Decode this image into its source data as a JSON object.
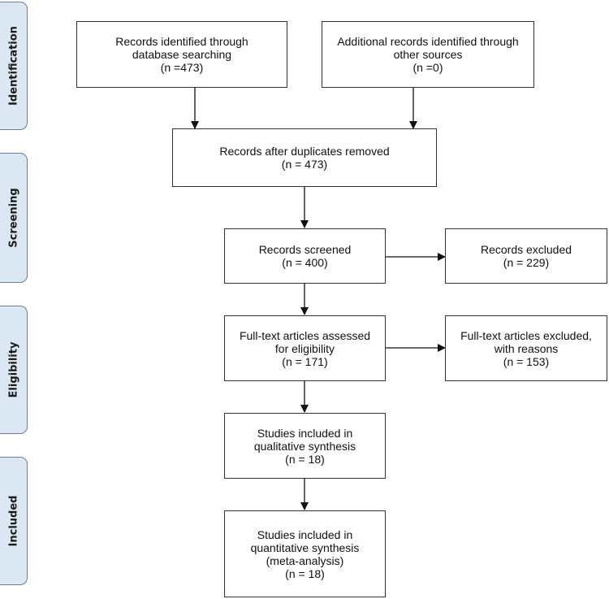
{
  "phases": [
    {
      "label": "Identification"
    },
    {
      "label": "Screening"
    },
    {
      "label": "Eligibility"
    },
    {
      "label": "Included"
    }
  ],
  "boxes": {
    "db_search": {
      "lines": [
        "Records identified through",
        "database searching",
        "(n =473)"
      ]
    },
    "other_sources": {
      "lines": [
        "Additional records identified through",
        "other sources",
        "(n =0)"
      ]
    },
    "duplicates_removed": {
      "lines": [
        "Records after duplicates removed",
        "(n = 473)"
      ]
    },
    "screened": {
      "lines": [
        "Records screened",
        "(n = 400)"
      ]
    },
    "excluded": {
      "lines": [
        "Records excluded",
        "(n = 229)"
      ]
    },
    "fulltext_assessed": {
      "lines": [
        "Full-text articles assessed",
        "for eligibility",
        "(n = 171)"
      ]
    },
    "fulltext_excluded": {
      "lines": [
        "Full-text articles excluded,",
        "with reasons",
        "(n = 153)"
      ]
    },
    "qualitative": {
      "lines": [
        "Studies included in",
        "qualitative synthesis",
        "(n = 18)"
      ]
    },
    "quantitative": {
      "lines": [
        "Studies included in",
        "quantitative synthesis",
        "(meta-analysis)",
        "(n = 18)"
      ]
    }
  }
}
